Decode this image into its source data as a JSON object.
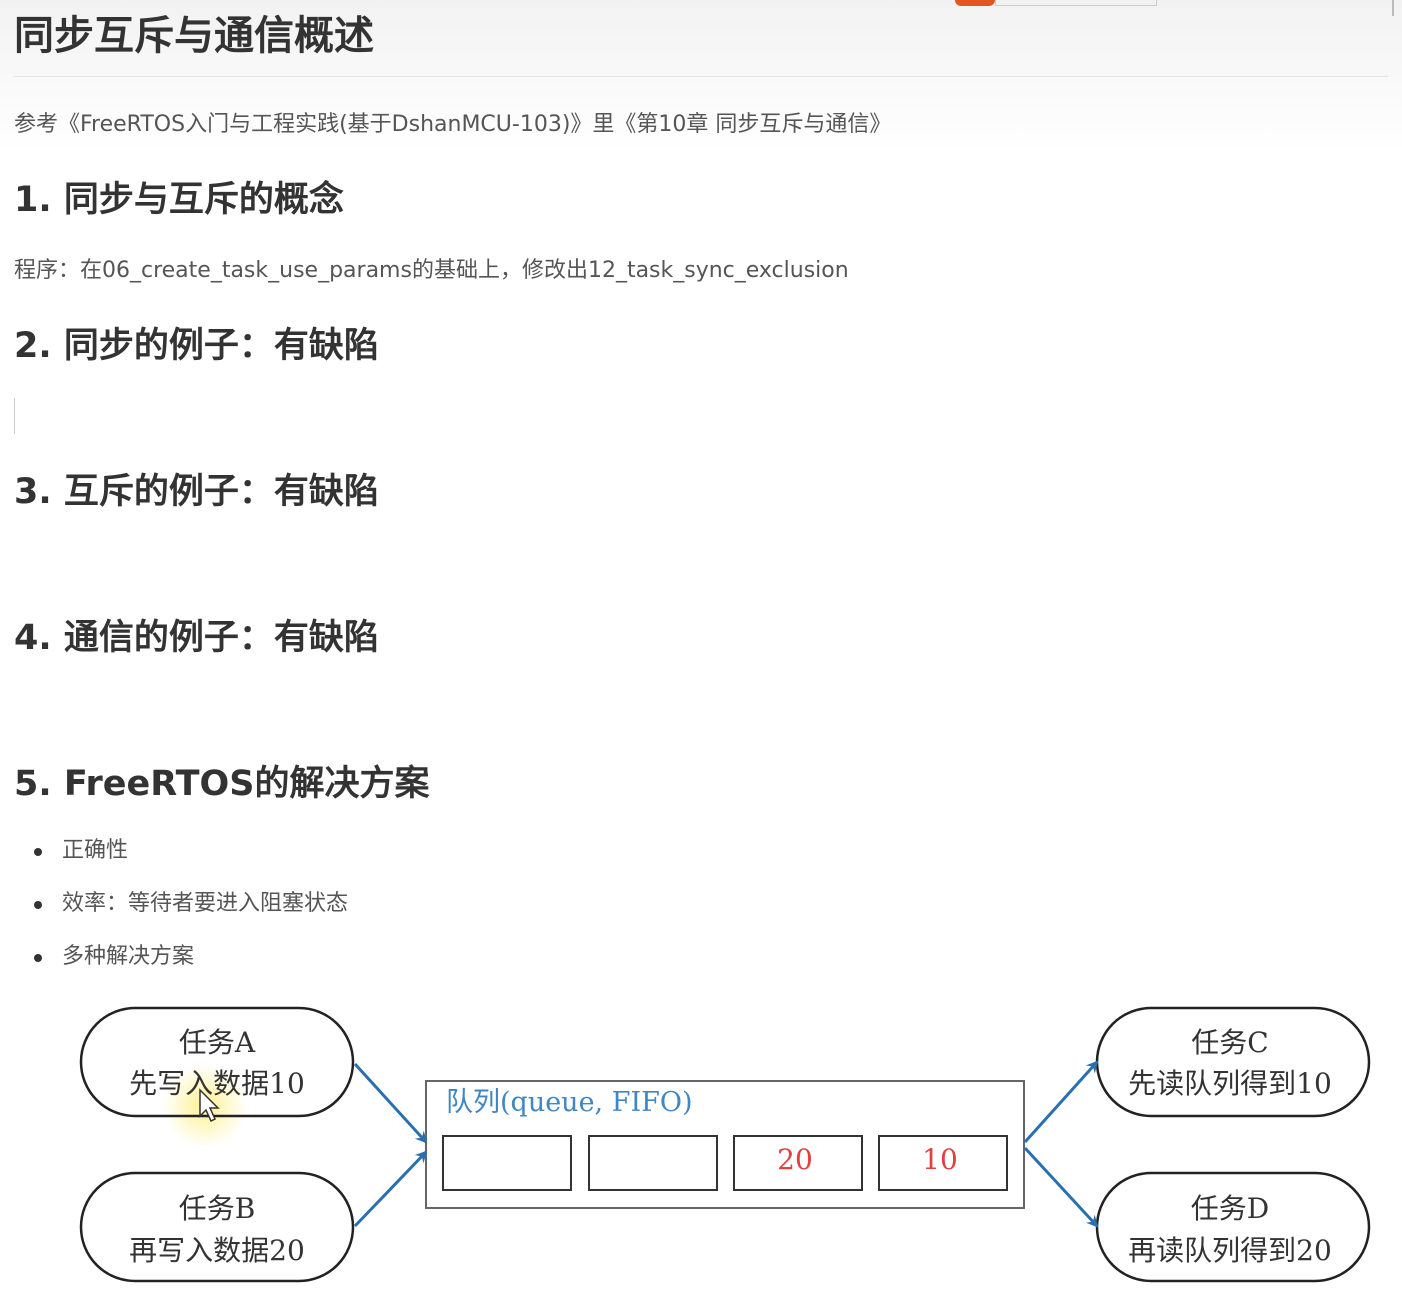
{
  "page": {
    "title": "同步互斥与通信概述",
    "reference": "参考《FreeRTOS入门与工程实践(基于DshanMCU-103)》里《第10章 同步互斥与通信》"
  },
  "sections": [
    {
      "heading": "1. 同步与互斥的概念",
      "text": "程序：在06_create_task_use_params的基础上，修改出12_task_sync_exclusion"
    },
    {
      "heading": "2. 同步的例子：有缺陷"
    },
    {
      "heading": "3. 互斥的例子：有缺陷"
    },
    {
      "heading": "4. 通信的例子：有缺陷"
    },
    {
      "heading": "5. FreeRTOS的解决方案"
    }
  ],
  "bullets": [
    "正确性",
    "效率：等待者要进入阻塞状态",
    "多种解决方案"
  ],
  "diagram": {
    "tasks": [
      {
        "name": "任务A",
        "desc": "先写入数据10"
      },
      {
        "name": "任务B",
        "desc": "再写入数据20"
      },
      {
        "name": "任务C",
        "desc": "先读队列得到10"
      },
      {
        "name": "任务D",
        "desc": "再读队列得到20"
      }
    ],
    "queue": {
      "label": "队列(queue, FIFO)",
      "slots": [
        "",
        "",
        "20",
        "10"
      ]
    },
    "colors": {
      "arrow": "#2a6fb0",
      "queue_label": "#3f86c4",
      "slot_value": "#e04040",
      "highlight": "#fff2a0"
    }
  }
}
